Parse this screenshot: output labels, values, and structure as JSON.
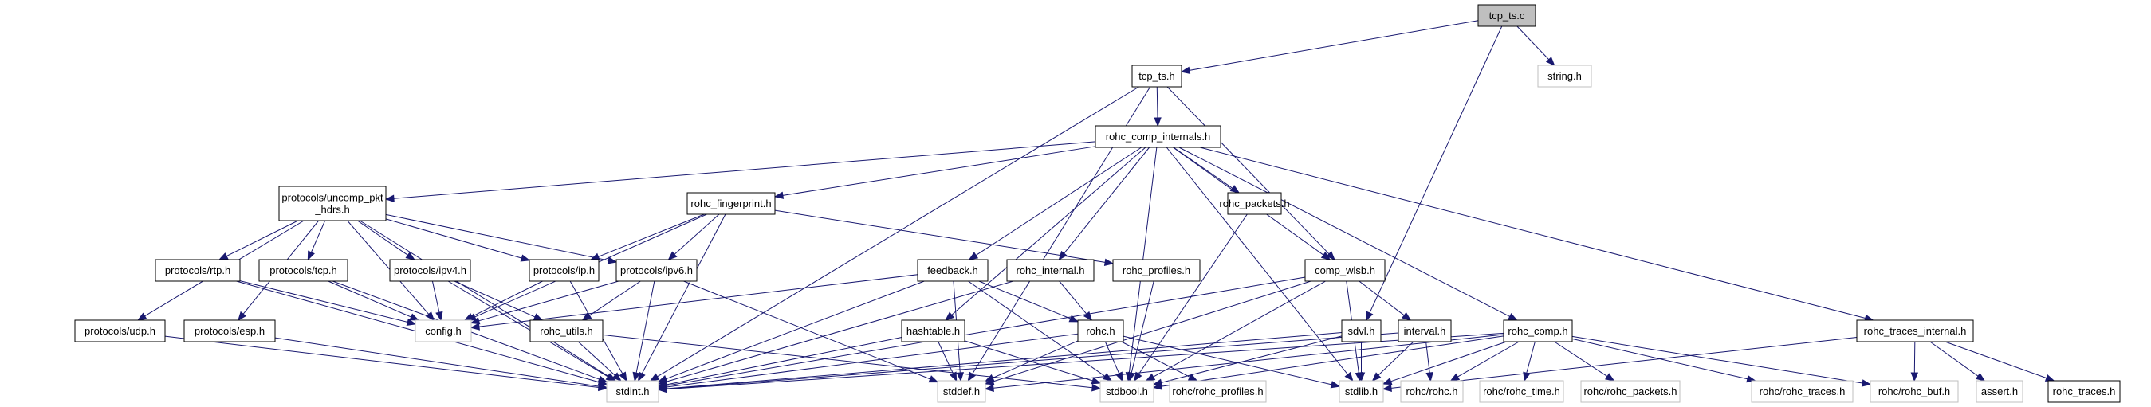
{
  "graph": {
    "title": "tcp_ts.c include dependency graph",
    "edge_color": "#191970",
    "root_fill": "#bfbfbf",
    "external_border": "#bfbfbf",
    "nodes": [
      {
        "id": "tcp_ts_c",
        "label": "tcp_ts.c",
        "kind": "root"
      },
      {
        "id": "string_h",
        "label": "string.h",
        "kind": "external"
      },
      {
        "id": "tcp_ts_h",
        "label": "tcp_ts.h",
        "kind": "documented"
      },
      {
        "id": "rohc_comp_internals_h",
        "label": "rohc_comp_internals.h",
        "kind": "documented"
      },
      {
        "id": "uncomp_pkt_hdrs_h",
        "label": "protocols/uncomp_pkt\n_hdrs.h",
        "kind": "documented"
      },
      {
        "id": "rohc_fingerprint_h",
        "label": "rohc_fingerprint.h",
        "kind": "documented"
      },
      {
        "id": "rohc_packets_h",
        "label": "rohc_packets.h",
        "kind": "documented"
      },
      {
        "id": "rtp_h",
        "label": "protocols/rtp.h",
        "kind": "documented"
      },
      {
        "id": "tcp_h",
        "label": "protocols/tcp.h",
        "kind": "documented"
      },
      {
        "id": "ipv4_h",
        "label": "protocols/ipv4.h",
        "kind": "documented"
      },
      {
        "id": "ip_h",
        "label": "protocols/ip.h",
        "kind": "documented"
      },
      {
        "id": "ipv6_h",
        "label": "protocols/ipv6.h",
        "kind": "documented"
      },
      {
        "id": "feedback_h",
        "label": "feedback.h",
        "kind": "documented"
      },
      {
        "id": "rohc_internal_h",
        "label": "rohc_internal.h",
        "kind": "documented"
      },
      {
        "id": "rohc_profiles_h",
        "label": "rohc_profiles.h",
        "kind": "documented"
      },
      {
        "id": "comp_wlsb_h",
        "label": "comp_wlsb.h",
        "kind": "documented"
      },
      {
        "id": "udp_h",
        "label": "protocols/udp.h",
        "kind": "documented"
      },
      {
        "id": "esp_h",
        "label": "protocols/esp.h",
        "kind": "documented"
      },
      {
        "id": "config_h",
        "label": "config.h",
        "kind": "external"
      },
      {
        "id": "rohc_utils_h",
        "label": "rohc_utils.h",
        "kind": "documented"
      },
      {
        "id": "hashtable_h",
        "label": "hashtable.h",
        "kind": "documented"
      },
      {
        "id": "rohc_h",
        "label": "rohc.h",
        "kind": "documented"
      },
      {
        "id": "sdvl_h",
        "label": "sdvl.h",
        "kind": "documented"
      },
      {
        "id": "interval_h",
        "label": "interval.h",
        "kind": "documented"
      },
      {
        "id": "rohc_comp_h",
        "label": "rohc_comp.h",
        "kind": "documented"
      },
      {
        "id": "rohc_traces_internal_h",
        "label": "rohc_traces_internal.h",
        "kind": "documented"
      },
      {
        "id": "stdint_h",
        "label": "stdint.h",
        "kind": "external"
      },
      {
        "id": "stddef_h",
        "label": "stddef.h",
        "kind": "external"
      },
      {
        "id": "stdbool_h",
        "label": "stdbool.h",
        "kind": "external"
      },
      {
        "id": "rohc_rohc_profiles_h",
        "label": "rohc/rohc_profiles.h",
        "kind": "external"
      },
      {
        "id": "stdlib_h",
        "label": "stdlib.h",
        "kind": "external"
      },
      {
        "id": "rohc_rohc_h",
        "label": "rohc/rohc.h",
        "kind": "external"
      },
      {
        "id": "rohc_rohc_time_h",
        "label": "rohc/rohc_time.h",
        "kind": "external"
      },
      {
        "id": "rohc_rohc_packets_h",
        "label": "rohc/rohc_packets.h",
        "kind": "external"
      },
      {
        "id": "rohc_rohc_traces_h",
        "label": "rohc/rohc_traces.h",
        "kind": "external"
      },
      {
        "id": "rohc_rohc_buf_h",
        "label": "rohc/rohc_buf.h",
        "kind": "external"
      },
      {
        "id": "assert_h",
        "label": "assert.h",
        "kind": "external"
      },
      {
        "id": "rohc_traces_h",
        "label": "rohc_traces.h",
        "kind": "documented"
      }
    ],
    "edges": [
      [
        "tcp_ts_c",
        "tcp_ts_h"
      ],
      [
        "tcp_ts_c",
        "string_h"
      ],
      [
        "tcp_ts_c",
        "sdvl_h"
      ],
      [
        "tcp_ts_h",
        "rohc_comp_internals_h"
      ],
      [
        "tcp_ts_h",
        "stdint_h"
      ],
      [
        "tcp_ts_h",
        "stddef_h"
      ],
      [
        "tcp_ts_h",
        "comp_wlsb_h"
      ],
      [
        "rohc_comp_internals_h",
        "uncomp_pkt_hdrs_h"
      ],
      [
        "rohc_comp_internals_h",
        "rohc_fingerprint_h"
      ],
      [
        "rohc_comp_internals_h",
        "rohc_packets_h"
      ],
      [
        "rohc_comp_internals_h",
        "feedback_h"
      ],
      [
        "rohc_comp_internals_h",
        "rohc_internal_h"
      ],
      [
        "rohc_comp_internals_h",
        "hashtable_h"
      ],
      [
        "rohc_comp_internals_h",
        "comp_wlsb_h"
      ],
      [
        "rohc_comp_internals_h",
        "rohc_comp_h"
      ],
      [
        "rohc_comp_internals_h",
        "rohc_traces_internal_h"
      ],
      [
        "rohc_comp_internals_h",
        "stdbool_h"
      ],
      [
        "rohc_comp_internals_h",
        "stdlib_h"
      ],
      [
        "uncomp_pkt_hdrs_h",
        "rtp_h"
      ],
      [
        "uncomp_pkt_hdrs_h",
        "tcp_h"
      ],
      [
        "uncomp_pkt_hdrs_h",
        "ipv4_h"
      ],
      [
        "uncomp_pkt_hdrs_h",
        "ip_h"
      ],
      [
        "uncomp_pkt_hdrs_h",
        "ipv6_h"
      ],
      [
        "uncomp_pkt_hdrs_h",
        "udp_h"
      ],
      [
        "uncomp_pkt_hdrs_h",
        "esp_h"
      ],
      [
        "uncomp_pkt_hdrs_h",
        "config_h"
      ],
      [
        "uncomp_pkt_hdrs_h",
        "stdint_h"
      ],
      [
        "rohc_fingerprint_h",
        "ip_h"
      ],
      [
        "rohc_fingerprint_h",
        "ipv6_h"
      ],
      [
        "rohc_fingerprint_h",
        "rohc_profiles_h"
      ],
      [
        "rohc_fingerprint_h",
        "config_h"
      ],
      [
        "rohc_fingerprint_h",
        "stdint_h"
      ],
      [
        "rohc_packets_h",
        "stdbool_h"
      ],
      [
        "rtp_h",
        "config_h"
      ],
      [
        "rtp_h",
        "stdint_h"
      ],
      [
        "tcp_h",
        "config_h"
      ],
      [
        "tcp_h",
        "stdint_h"
      ],
      [
        "ipv4_h",
        "config_h"
      ],
      [
        "ipv4_h",
        "rohc_utils_h"
      ],
      [
        "ipv4_h",
        "stdint_h"
      ],
      [
        "ip_h",
        "config_h"
      ],
      [
        "ip_h",
        "stdint_h"
      ],
      [
        "ipv6_h",
        "config_h"
      ],
      [
        "ipv6_h",
        "rohc_utils_h"
      ],
      [
        "ipv6_h",
        "stdint_h"
      ],
      [
        "ipv6_h",
        "stddef_h"
      ],
      [
        "udp_h",
        "stdint_h"
      ],
      [
        "esp_h",
        "stdint_h"
      ],
      [
        "rohc_utils_h",
        "stdint_h"
      ],
      [
        "rohc_utils_h",
        "stdbool_h"
      ],
      [
        "feedback_h",
        "rohc_h"
      ],
      [
        "feedback_h",
        "stdint_h"
      ],
      [
        "feedback_h",
        "stddef_h"
      ],
      [
        "feedback_h",
        "stdbool_h"
      ],
      [
        "feedback_h",
        "config_h"
      ],
      [
        "rohc_internal_h",
        "rohc_h"
      ],
      [
        "rohc_internal_h",
        "stdint_h"
      ],
      [
        "rohc_profiles_h",
        "stdbool_h"
      ],
      [
        "hashtable_h",
        "stddef_h"
      ],
      [
        "hashtable_h",
        "stdint_h"
      ],
      [
        "hashtable_h",
        "stdbool_h"
      ],
      [
        "rohc_h",
        "stdint_h"
      ],
      [
        "rohc_h",
        "stddef_h"
      ],
      [
        "rohc_h",
        "stdbool_h"
      ],
      [
        "rohc_h",
        "rohc_rohc_profiles_h"
      ],
      [
        "rohc_h",
        "stdlib_h"
      ],
      [
        "comp_wlsb_h",
        "interval_h"
      ],
      [
        "comp_wlsb_h",
        "stdint_h"
      ],
      [
        "comp_wlsb_h",
        "stddef_h"
      ],
      [
        "comp_wlsb_h",
        "stdbool_h"
      ],
      [
        "comp_wlsb_h",
        "stdlib_h"
      ],
      [
        "sdvl_h",
        "stdlib_h"
      ],
      [
        "sdvl_h",
        "stdint_h"
      ],
      [
        "sdvl_h",
        "stdbool_h"
      ],
      [
        "interval_h",
        "stdlib_h"
      ],
      [
        "interval_h",
        "rohc_rohc_h"
      ],
      [
        "interval_h",
        "stdint_h"
      ],
      [
        "rohc_comp_h",
        "rohc_rohc_h"
      ],
      [
        "rohc_comp_h",
        "rohc_rohc_time_h"
      ],
      [
        "rohc_comp_h",
        "rohc_rohc_packets_h"
      ],
      [
        "rohc_comp_h",
        "rohc_rohc_traces_h"
      ],
      [
        "rohc_comp_h",
        "rohc_rohc_buf_h"
      ],
      [
        "rohc_comp_h",
        "stdlib_h"
      ],
      [
        "rohc_comp_h",
        "stdint_h"
      ],
      [
        "rohc_comp_h",
        "stddef_h"
      ],
      [
        "rohc_comp_h",
        "stdbool_h"
      ],
      [
        "rohc_traces_internal_h",
        "rohc_rohc_buf_h"
      ],
      [
        "rohc_traces_internal_h",
        "assert_h"
      ],
      [
        "rohc_traces_internal_h",
        "rohc_traces_h"
      ],
      [
        "rohc_traces_internal_h",
        "stdlib_h"
      ]
    ]
  }
}
